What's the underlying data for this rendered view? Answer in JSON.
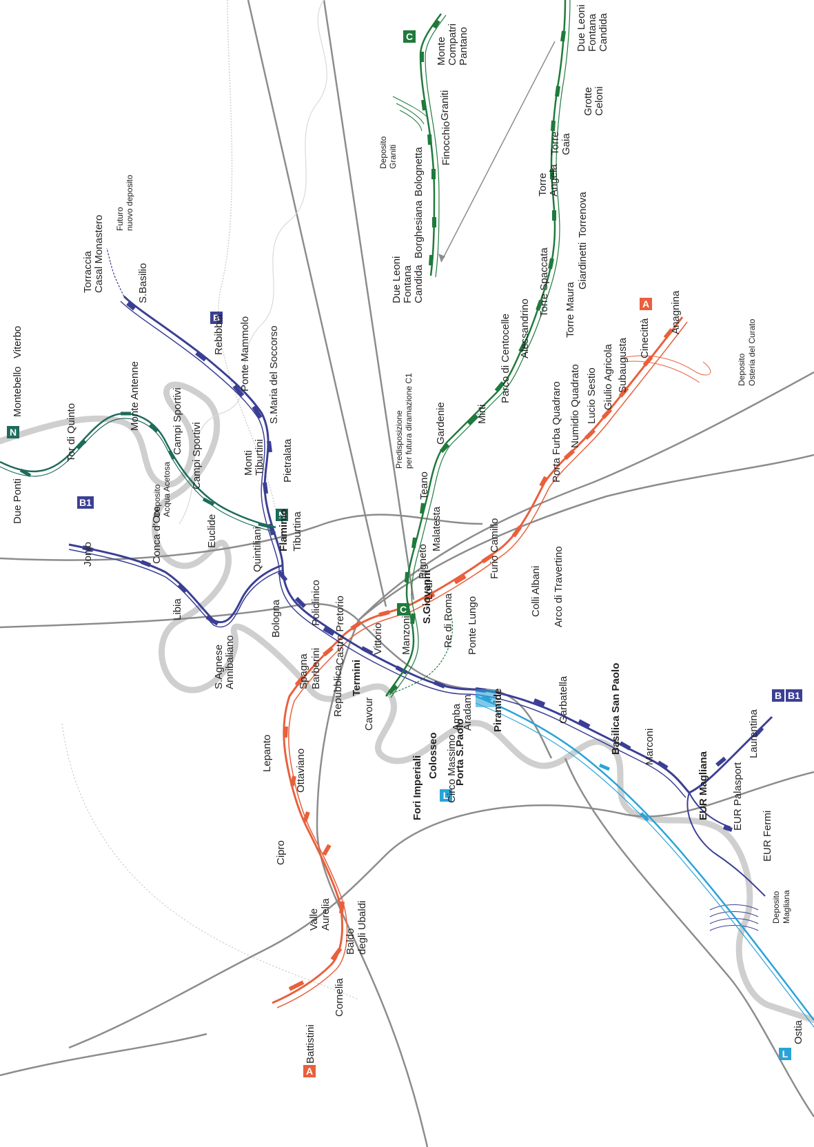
{
  "colors": {
    "line_a": "#e8603c",
    "line_b": "#3b3f94",
    "line_c": "#1f7a3c",
    "line_l": "#2aa3d8",
    "line_n": "#1f6b5a",
    "rail": "#8a8a8a",
    "river": "#cccccc",
    "boundary": "#aaaaaa"
  },
  "badges": {
    "a_start": "A",
    "a_end": "A",
    "b_end": "B",
    "b1_jonio": "B1",
    "c_top": "C",
    "c_sg": "C",
    "n_top": "N",
    "n_flam": "N",
    "l_psp": "L",
    "l_ostia": "L",
    "b_laur": "B",
    "b1_laur": "B1"
  },
  "line_a_stations": {
    "battistini": "Battistini",
    "cornelia": "Cornelia",
    "baldo1": "Baldo",
    "baldo2": "degli Ubaldi",
    "valle1": "Valle",
    "valle2": "Aurelia",
    "cipro": "Cipro",
    "ottaviano": "Ottaviano",
    "lepanto": "Lepanto",
    "flaminio": "Flaminio",
    "spagna": "Spagna",
    "barberini": "Barberini",
    "repubblica": "Repubblica",
    "termini": "Termini",
    "vittorio": "Vittorio",
    "manzoni": "Manzoni",
    "sgiovanni": "S.Giovanni",
    "re_di_roma": "Re di Roma",
    "ponte_lungo": "Ponte Lungo",
    "furio_camillo": "Furio Camillo",
    "colli_albani": "Colli Albani",
    "arco_travertino": "Arco di Travertino",
    "porta_furba": "Porta Furba Quadraro",
    "numidio": "Numidio Quadrato",
    "lucio_sestio": "Lucio Sestio",
    "giulio_agricola": "Giulio Agricola",
    "subaugusta": "Subaugusta",
    "cinecitta": "Cinecittà",
    "anagnina": "Anagnina",
    "dep_osteria1": "Deposito",
    "dep_osteria2": "Osteria del Curato"
  },
  "line_b_stations": {
    "torraccia1": "Torraccia",
    "torraccia2": "Casal Monastero",
    "futuro1": "Futuro",
    "futuro2": "nuovo deposito",
    "sbasilio": "S.Basilio",
    "rebibbia": "Rebibbia",
    "ponte_mammolo": "Ponte Mammolo",
    "santa_maria": "S.Maria del Soccorso",
    "pietralata": "Pietralata",
    "monti1": "Monti",
    "monti2": "Tiburtini",
    "quintiliani": "Quintiliani",
    "tiburtina": "Tiburtina",
    "bologna": "Bologna",
    "policlinico": "Policlinico",
    "castro_pretorio": "Castro Pretorio",
    "cavour": "Cavour",
    "colosseo": "Colosseo",
    "circo_massimo": "Circo Massimo",
    "piramide": "Piramide",
    "garbatella": "Garbatella",
    "basilica": "Basilica San Paolo",
    "marconi": "Marconi",
    "eur_magliana": "EUR Magliana",
    "eur_palasport": "EUR Palasport",
    "eur_fermi": "EUR Fermi",
    "laurentina": "Laurentina",
    "dep_magliana1": "Deposito",
    "dep_magliana2": "Magliana",
    "jonio": "Jonio",
    "conca_doro": "Conca d'Oro",
    "libia": "Libia",
    "sagnese1": "S.Agnese",
    "sagnese2": "Annibaliano"
  },
  "line_c_stations": {
    "monte_compatri1": "Monte",
    "monte_compatri2": "Compatri",
    "monte_compatri3": "Pantano",
    "graniti": "Graniti",
    "finocchio": "Finocchio",
    "bolognetta": "Bolognetta",
    "borghesiana": "Borghesiana",
    "due_leoni_a1": "Due Leoni",
    "due_leoni_a2": "Fontana",
    "due_leoni_a3": "Candida",
    "dep_graniti1": "Deposito",
    "dep_graniti2": "Graniti",
    "due_leoni_b1": "Due Leoni",
    "due_leoni_b2": "Fontana",
    "due_leoni_b3": "Candida",
    "grotte1": "Grotte",
    "grotte2": "Celoni",
    "torre_gaia1": "Torre",
    "torre_gaia2": "Gaia",
    "torre_angela1": "Torre",
    "torre_angela2": "Angela",
    "torrenova": "Torrenova",
    "giardinetti": "Giardinetti",
    "torre_maura": "Torre Maura",
    "torre_spaccata": "Torre Spaccata",
    "alessandrino": "Alessandrino",
    "parco_centocelle": "Parco di Centocelle",
    "mirti": "Mirti",
    "gardenie": "Gardenie",
    "predisp1": "Predisposizione",
    "predisp2": "per futura diramazione C1",
    "teano": "Teano",
    "malatesta": "Malatesta",
    "pigneto": "Pigneto",
    "lodi": "Lodi",
    "amba1": "Amba",
    "amba2": "Aradam",
    "fori_imperiali": "Fori Imperiali"
  },
  "line_n_stations": {
    "due_ponti": "Due Ponti",
    "montebello": "Montebello",
    "viterbo": "Viterbo",
    "tor_di_quinto": "Tor di Quinto",
    "monte_antenne": "Monte Antenne",
    "campi1": "Campi Sportivi",
    "campi2": "Campi Sportivi",
    "dep_acqua1": "Deposito",
    "dep_acqua2": "Acqua Acetosa",
    "euclide": "Euclide"
  },
  "line_l_stations": {
    "porta_sp": "Porta S.Paolo",
    "ostia": "Ostia"
  }
}
